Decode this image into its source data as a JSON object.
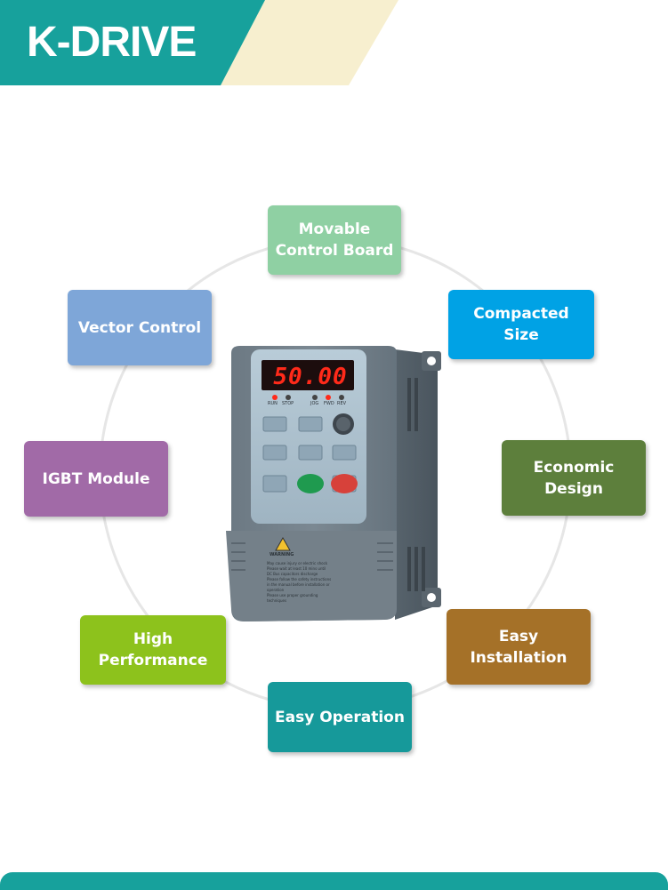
{
  "brand": {
    "name": "K-DRIVE"
  },
  "colors": {
    "header_teal": "#17a19c",
    "header_cream": "#f7efcf",
    "ring": "#e6e6e6"
  },
  "features": [
    {
      "id": "movable-control-board",
      "label": "Movable\nControl Board",
      "color": "#8fd0a3"
    },
    {
      "id": "compacted-size",
      "label": "Compacted\nSize",
      "color": "#00a2e5"
    },
    {
      "id": "economic-design",
      "label": "Economic\nDesign",
      "color": "#5d7f3c"
    },
    {
      "id": "easy-installation",
      "label": "Easy\nInstallation",
      "color": "#a57128"
    },
    {
      "id": "easy-operation",
      "label": "Easy Operation",
      "color": "#16999a"
    },
    {
      "id": "high-performance",
      "label": "High\nPerformance",
      "color": "#8dc21c"
    },
    {
      "id": "igbt-module",
      "label": "IGBT Module",
      "color": "#a16aa7"
    },
    {
      "id": "vector-control",
      "label": "Vector Control",
      "color": "#7ea6d8"
    }
  ],
  "product": {
    "display_value": "50.00",
    "indicators": [
      "RUN",
      "STOP",
      "JOG",
      "FWD",
      "REV"
    ],
    "warning_title": "WARNING",
    "warning_lines": [
      "May cause injury or electric shock",
      "Please wait at least 10 mins until",
      "DC Bus capacitors discharge",
      "Please follow the safety instructions",
      "in the manual before installation or",
      "operation",
      "Please use proper grounding",
      "techniques"
    ]
  }
}
